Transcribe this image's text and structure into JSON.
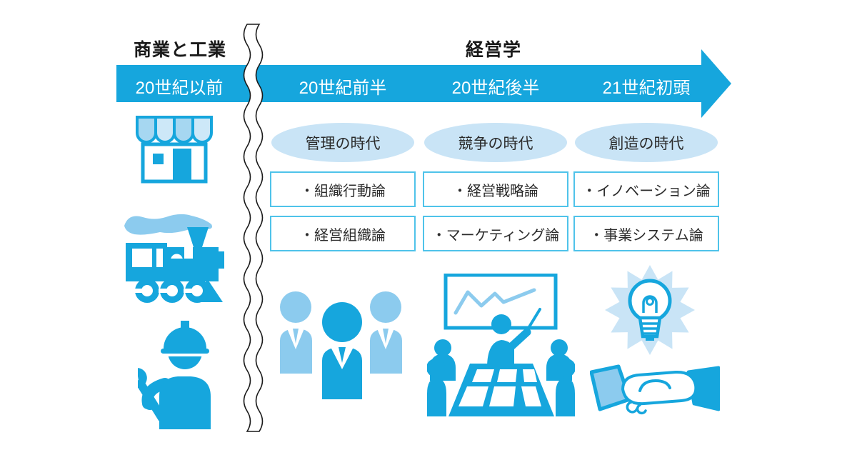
{
  "headers": {
    "left": "商業と工業",
    "right": "経営学"
  },
  "timeline": {
    "periods": [
      "20世紀以前",
      "20世紀前半",
      "20世紀後半",
      "21世紀初頭"
    ]
  },
  "columns": [
    {
      "icons": [
        "storefront-icon",
        "steam-locomotive-icon",
        "construction-worker-icon"
      ]
    },
    {
      "era": "管理の時代",
      "theories": [
        "・組織行動論",
        "・経営組織論"
      ],
      "icons": [
        "business-people-icon"
      ]
    },
    {
      "era": "競争の時代",
      "theories": [
        "・経営戦略論",
        "・マーケティング論"
      ],
      "icons": [
        "meeting-presentation-icon"
      ]
    },
    {
      "era": "創造の時代",
      "theories": [
        "・イノベーション論",
        "・事業システム論"
      ],
      "icons": [
        "idea-lightbulb-icon",
        "handshake-icon"
      ]
    }
  ],
  "colors": {
    "primary_blue": "#16A6DD",
    "light_blue": "#8CCBEE",
    "pale_blue": "#C9E4F6",
    "awning_light": "#A6D7F1",
    "awning_pale": "#CDE8F8",
    "box_border": "#4FC3EA",
    "divider_line": "#1A1A1A",
    "band_text": "#FFFFFF",
    "text_dark": "#2B2B2B"
  }
}
